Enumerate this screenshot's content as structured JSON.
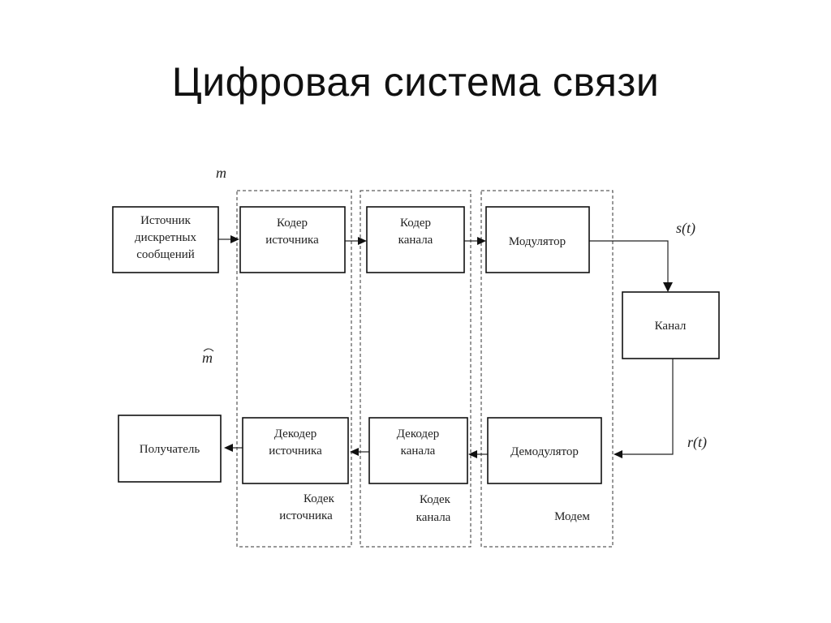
{
  "title": "Цифровая система связи",
  "signals": {
    "m": "m",
    "m_hat": "m",
    "s_t": "s(t)",
    "r_t": "r(t)"
  },
  "blocks": {
    "source": [
      "Источник",
      "дискретных",
      "сообщений"
    ],
    "source_encoder": [
      "Кодер",
      "источника"
    ],
    "channel_encoder": [
      "Кодер",
      "канала"
    ],
    "modulator": [
      "Модулятор"
    ],
    "channel": [
      "Канал"
    ],
    "demodulator": [
      "Демодулятор"
    ],
    "channel_decoder": [
      "Декодер",
      "канала"
    ],
    "source_decoder": [
      "Декодер",
      "источника"
    ],
    "receiver": [
      "Получатель"
    ]
  },
  "groups": {
    "source_codec": [
      "Кодек",
      "источника"
    ],
    "channel_codec": [
      "Кодек",
      "канала"
    ],
    "modem": [
      "Модем"
    ]
  }
}
